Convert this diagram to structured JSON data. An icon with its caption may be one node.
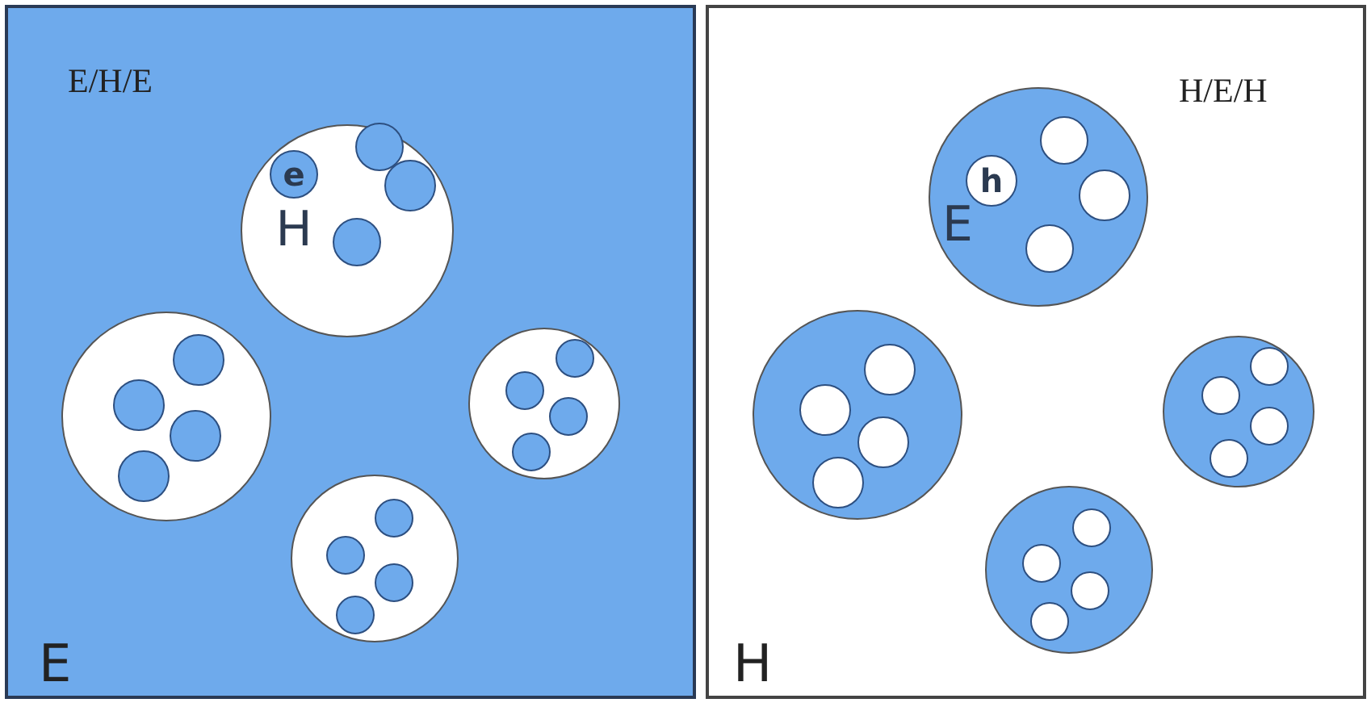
{
  "diagram": {
    "nodes": [
      {
        "text": [
          "E/H/E",
          "E"
        ]
      },
      {
        "text": [
          "H"
        ],
        "in": 0
      },
      {
        "text": [
          "e"
        ],
        "in": 1
      },
      {
        "text": [],
        "shape": "circle",
        "in": 1
      },
      {
        "text": [],
        "shape": "circle",
        "in": 1
      },
      {
        "text": [],
        "shape": "circle",
        "in": 1
      },
      {
        "text": [],
        "shape": "circle",
        "in": 0
      },
      {
        "text": [],
        "shape": "circle",
        "in": 6
      },
      {
        "text": [],
        "shape": "circle",
        "in": 6
      },
      {
        "text": [],
        "shape": "circle",
        "in": 6
      },
      {
        "text": [],
        "shape": "circle",
        "in": 6
      },
      {
        "text": [],
        "shape": "circle",
        "in": 0
      },
      {
        "text": [],
        "shape": "circle",
        "in": 11
      },
      {
        "text": [],
        "shape": "circle",
        "in": 11
      },
      {
        "text": [],
        "shape": "circle",
        "in": 11
      },
      {
        "text": [],
        "shape": "circle",
        "in": 11
      },
      {
        "text": [],
        "shape": "circle",
        "in": 0
      },
      {
        "text": [],
        "shape": "circle",
        "in": 16
      },
      {
        "text": [],
        "shape": "circle",
        "in": 16
      },
      {
        "text": [],
        "shape": "circle",
        "in": 16
      },
      {
        "text": [],
        "shape": "circle",
        "in": 16
      },
      {
        "text": [
          "H/E/H",
          "H"
        ]
      },
      {
        "text": [
          "E"
        ],
        "in": 21
      },
      {
        "text": [
          "h"
        ],
        "in": 22
      },
      {
        "text": [],
        "shape": "circle",
        "in": 22
      },
      {
        "text": [],
        "shape": "circle",
        "in": 22
      },
      {
        "text": [],
        "shape": "circle",
        "in": 22
      },
      {
        "text": [],
        "shape": "circle",
        "in": 21
      },
      {
        "text": [],
        "shape": "circle",
        "in": 27
      },
      {
        "text": [],
        "shape": "circle",
        "in": 27
      },
      {
        "text": [],
        "shape": "circle",
        "in": 27
      },
      {
        "text": [],
        "shape": "circle",
        "in": 27
      },
      {
        "text": [],
        "shape": "circle",
        "in": 21
      },
      {
        "text": [],
        "shape": "circle",
        "in": 32
      },
      {
        "text": [],
        "shape": "circle",
        "in": 32
      },
      {
        "text": [],
        "shape": "circle",
        "in": 32
      },
      {
        "text": [],
        "shape": "circle",
        "in": 32
      },
      {
        "text": [],
        "shape": "circle",
        "in": 21
      },
      {
        "text": [],
        "shape": "circle",
        "in": 37
      },
      {
        "text": [],
        "shape": "circle",
        "in": 37
      },
      {
        "text": [],
        "shape": "circle",
        "in": 37
      },
      {
        "text": [],
        "shape": "circle",
        "in": 37
      }
    ]
  }
}
